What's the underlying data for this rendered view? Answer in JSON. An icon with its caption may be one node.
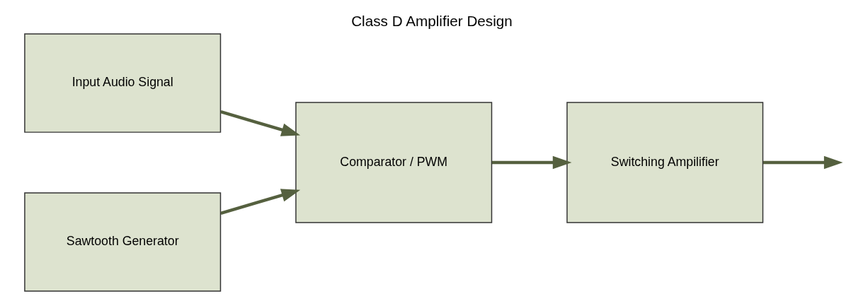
{
  "diagram": {
    "title": "Class D Amplifier Design",
    "nodes": [
      {
        "text": [
          "Input Audio Signal"
        ]
      },
      {
        "text": [
          "Sawtooth Generator"
        ]
      },
      {
        "text": [
          "Comparator / PWM"
        ]
      },
      {
        "text": [
          "Switching Ampilifier"
        ]
      }
    ],
    "edges": [
      {
        "from": 0,
        "to": 2,
        "arrow": "to"
      },
      {
        "from": 1,
        "to": 2,
        "arrow": "to"
      },
      {
        "from": 2,
        "to": 3,
        "arrow": "to"
      },
      {
        "from": 3,
        "to": null,
        "arrow": "to"
      }
    ]
  }
}
